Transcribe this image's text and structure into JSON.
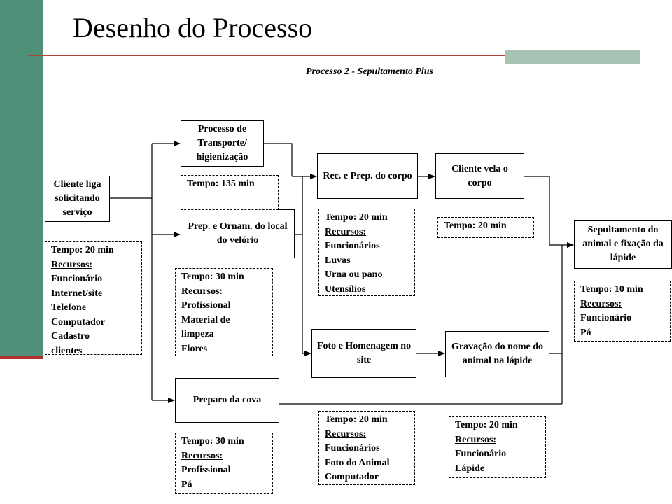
{
  "title": "Desenho do Processo",
  "subtitle": "Processo 2 - Sepultamento Plus",
  "colors": {
    "sidebar": "#4e9078",
    "accent_red": "#b0312b",
    "rule": "#a9463a",
    "rule_block": "#a8c4b4"
  },
  "steps": {
    "cliente_liga": "Cliente liga solicitando serviço",
    "transporte": "Processo de Transporte/ higienização",
    "prep_local": "Prep. e Ornam. do local do velório",
    "preparo_cova": "Preparo da cova",
    "rec_prep": "Rec. e Prep. do corpo",
    "cliente_vela": "Cliente vela o corpo",
    "foto": "Foto e Homenagem no site",
    "gravacao": "Gravação do nome do animal na lápide",
    "sepultamento": "Sepultamento do animal e fixação da lápide"
  },
  "notes": {
    "cliente": {
      "tempo": "Tempo: 20 min",
      "recursos": "Recursos:",
      "items": [
        "Funcionário",
        "Internet/site",
        "Telefone",
        "Computador",
        "Cadastro",
        "clientes"
      ]
    },
    "transporte": {
      "tempo": "Tempo: 135 min"
    },
    "prep_local": {
      "tempo": "Tempo: 30 min",
      "recursos": "Recursos:",
      "items": [
        "Profissional",
        "Material de",
        "limpeza",
        "Flores"
      ]
    },
    "cova": {
      "tempo": "Tempo: 30 min",
      "recursos": "Recursos:",
      "items": [
        "Profissional",
        "Pá"
      ]
    },
    "rec_prep": {
      "tempo": "Tempo: 20 min",
      "recursos": "Recursos:",
      "items": [
        "Funcionários",
        "Luvas",
        "Urna ou pano",
        "Utensílios"
      ]
    },
    "vela": {
      "tempo": "Tempo: 20 min"
    },
    "foto": {
      "tempo": "Tempo: 20 min",
      "recursos": "Recursos:",
      "items": [
        "Funcionários",
        "Foto do Animal",
        "Computador"
      ]
    },
    "gravacao": {
      "tempo": "Tempo: 20 min",
      "recursos": "Recursos:",
      "items": [
        "Funcionário",
        "Lápide"
      ]
    },
    "sepultamento": {
      "tempo": "Tempo: 10 min",
      "recursos": "Recursos:",
      "items": [
        "Funcionário",
        "Pá"
      ]
    }
  }
}
